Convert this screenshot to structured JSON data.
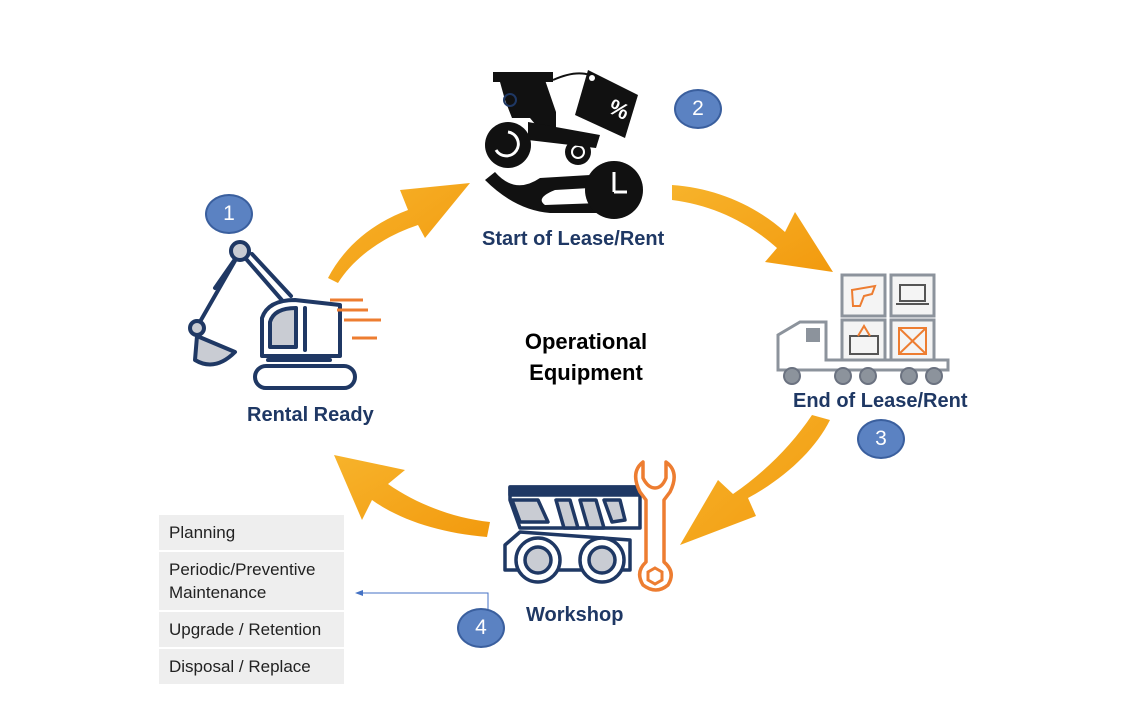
{
  "center": {
    "line1": "Operational",
    "line2": "Equipment"
  },
  "steps": [
    {
      "number": "1",
      "label": "Rental Ready"
    },
    {
      "number": "2",
      "label": "Start of Lease/Rent"
    },
    {
      "number": "3",
      "label": "End of Lease/Rent"
    },
    {
      "number": "4",
      "label": "Workshop"
    }
  ],
  "workshop_tasks": [
    "Planning",
    "Periodic/Preventive Maintenance",
    "Upgrade / Retention",
    "Disposal / Replace"
  ],
  "colors": {
    "arrow": "#f5a31a",
    "badge": "#5b82c2",
    "label": "#1f3864",
    "icon_dark": "#1f3864",
    "icon_accent": "#ed7d31",
    "task_bg": "#eeeeee"
  },
  "icons": [
    "excavator-icon",
    "lease-tractor-icon",
    "truck-inventory-icon",
    "dump-truck-wrench-icon"
  ]
}
